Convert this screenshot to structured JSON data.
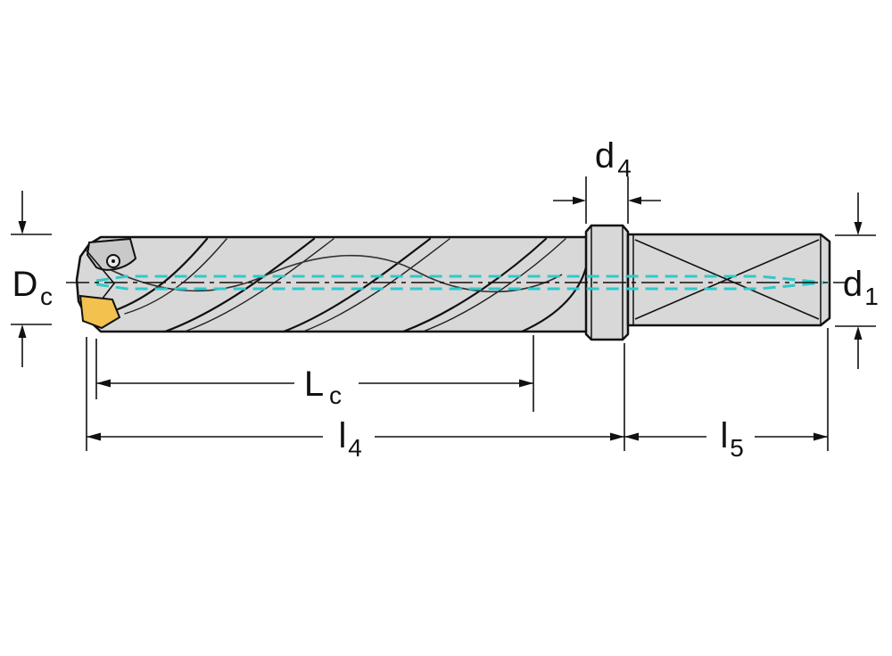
{
  "figure": {
    "type": "technical-dimension-drawing",
    "subject": "indexable-insert-drill-side-view"
  },
  "labels": {
    "d4": {
      "main": "d",
      "sub": "4"
    },
    "Dc": {
      "main": "D",
      "sub": "c"
    },
    "d1": {
      "main": "d",
      "sub": "1"
    },
    "Lc": {
      "main": "L",
      "sub": "c"
    },
    "l4": {
      "main": "l",
      "sub": "4"
    },
    "l5": {
      "main": "l",
      "sub": "5"
    }
  },
  "colors": {
    "background": "#ffffff",
    "outline": "#111111",
    "body_fill": "#d8d8d8",
    "insert": "#f2c14e",
    "centerline": "#2fc9c9"
  }
}
